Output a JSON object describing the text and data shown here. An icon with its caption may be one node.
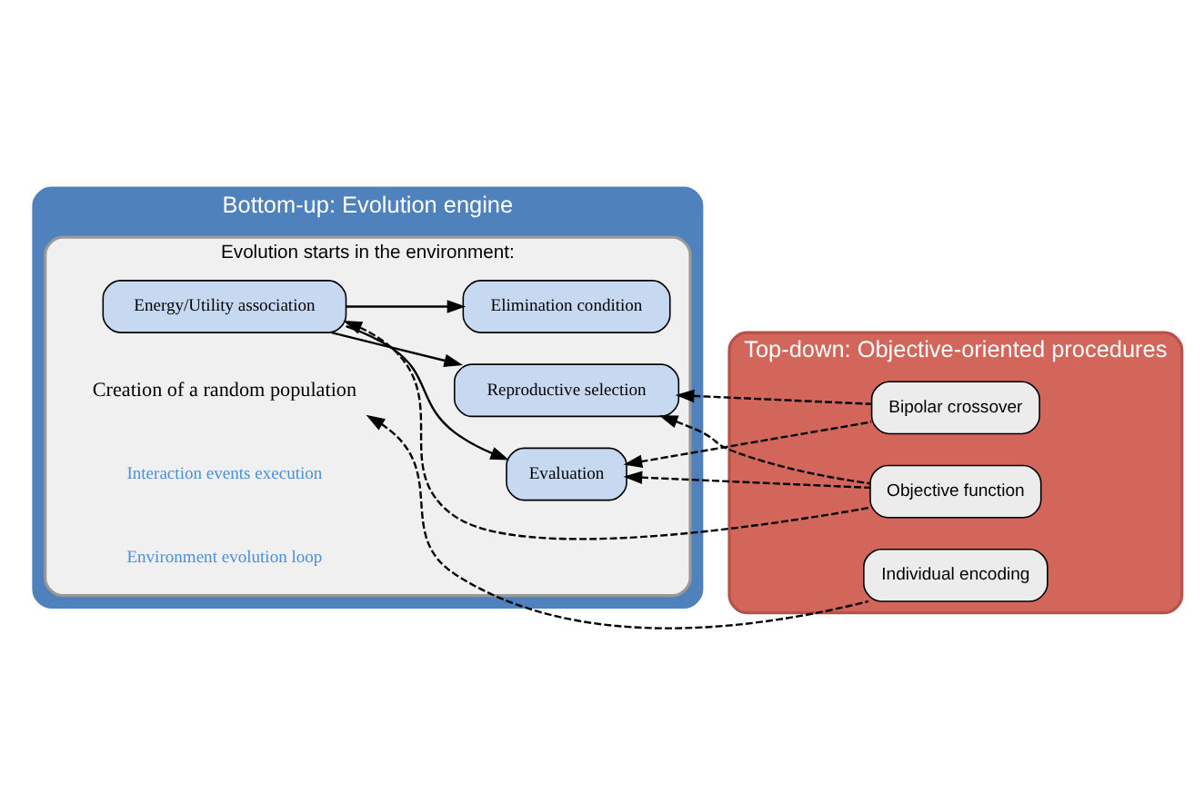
{
  "diagram": {
    "nodes": [
      {
        "text": [
          "Bottom-up: Evolution engine"
        ]
      },
      {
        "text": [
          "Evolution starts in the environment:"
        ],
        "in": 0
      },
      {
        "text": [
          "Creation of a random population"
        ],
        "in": 1
      },
      {
        "text": [
          "Energy/Utility association"
        ],
        "in": 1
      },
      {
        "text": [
          "Reproductive selection"
        ],
        "in": 1
      },
      {
        "text": [
          "Evaluation"
        ],
        "in": 1
      },
      {
        "text": [
          "Elimination condition"
        ],
        "in": 1
      },
      {
        "text": [
          "Top-down: Objective-oriented procedures"
        ]
      },
      {
        "text": [
          "Individual encoding"
        ],
        "in": 7
      },
      {
        "text": [
          "Objective function"
        ],
        "in": 7
      },
      {
        "text": [
          "Bipolar crossover"
        ],
        "in": 7
      }
    ],
    "edges": [
      {
        "from": 3,
        "to": 4,
        "arrow": "to"
      },
      {
        "from": 3,
        "to": 5,
        "arrow": "to"
      },
      {
        "from": 3,
        "to": 6,
        "arrow": "to"
      },
      {
        "from": 8,
        "to": 2,
        "arrow": "to",
        "style": "dashed"
      },
      {
        "from": 9,
        "to": 3,
        "arrow": "to",
        "style": "dashed"
      },
      {
        "from": 9,
        "to": 4,
        "arrow": "to",
        "style": "dashed"
      },
      {
        "from": 9,
        "to": 5,
        "arrow": "to",
        "style": "dashed"
      },
      {
        "from": 10,
        "to": 4,
        "arrow": "to",
        "style": "dashed"
      },
      {
        "from": 10,
        "to": 5,
        "arrow": "to",
        "style": "dashed"
      }
    ],
    "labels": [
      "Interaction events execution",
      "Environment evolution loop"
    ]
  }
}
